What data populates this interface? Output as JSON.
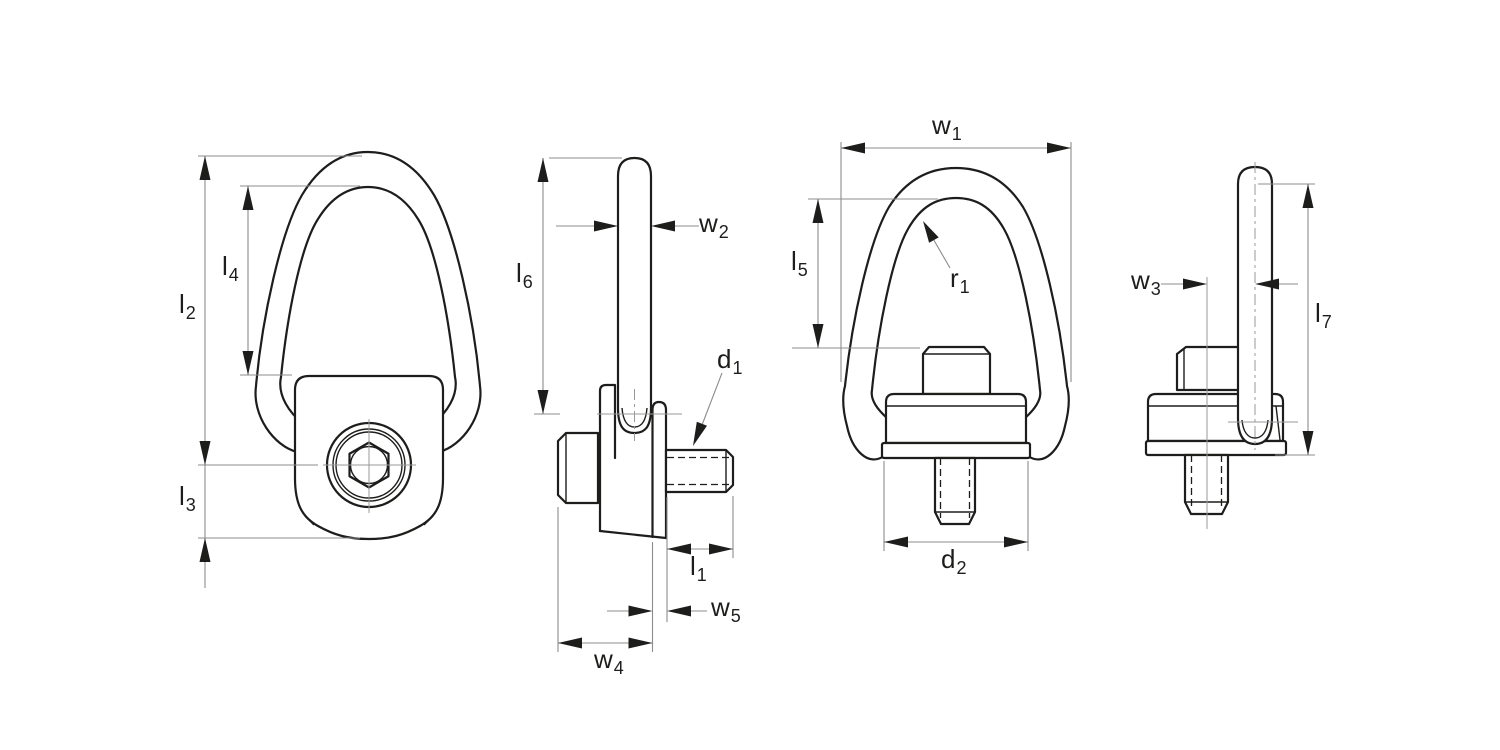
{
  "drawing": {
    "type": "technical-drawing",
    "subject": "swivel hoist ring / lifting point, four orthographic views",
    "views": [
      {
        "id": "front-view-socket-screw",
        "dimensions_shown": [
          "l2",
          "l4",
          "l3"
        ]
      },
      {
        "id": "side-view-socket-screw",
        "dimensions_shown": [
          "l6",
          "w2",
          "d1",
          "l1",
          "w5",
          "w4"
        ]
      },
      {
        "id": "front-view-stud-mount",
        "dimensions_shown": [
          "w1",
          "l5",
          "r1",
          "d2"
        ]
      },
      {
        "id": "side-view-stud-mount",
        "dimensions_shown": [
          "w3",
          "l7"
        ]
      }
    ],
    "dimensions": {
      "l1": {
        "main": "l",
        "sub": "1"
      },
      "l2": {
        "main": "l",
        "sub": "2"
      },
      "l3": {
        "main": "l",
        "sub": "3"
      },
      "l4": {
        "main": "l",
        "sub": "4"
      },
      "l5": {
        "main": "l",
        "sub": "5"
      },
      "l6": {
        "main": "l",
        "sub": "6"
      },
      "l7": {
        "main": "l",
        "sub": "7"
      },
      "w1": {
        "main": "w",
        "sub": "1"
      },
      "w2": {
        "main": "w",
        "sub": "2"
      },
      "w3": {
        "main": "w",
        "sub": "3"
      },
      "w4": {
        "main": "w",
        "sub": "4"
      },
      "w5": {
        "main": "w",
        "sub": "5"
      },
      "d1": {
        "main": "d",
        "sub": "1"
      },
      "d2": {
        "main": "d",
        "sub": "2"
      },
      "r1": {
        "main": "r",
        "sub": "1"
      }
    },
    "colors": {
      "object_line": "#1d1d1b",
      "dimension_line": "#8c8c8c",
      "centerline": "#9a9a9a",
      "background": "#ffffff"
    }
  }
}
